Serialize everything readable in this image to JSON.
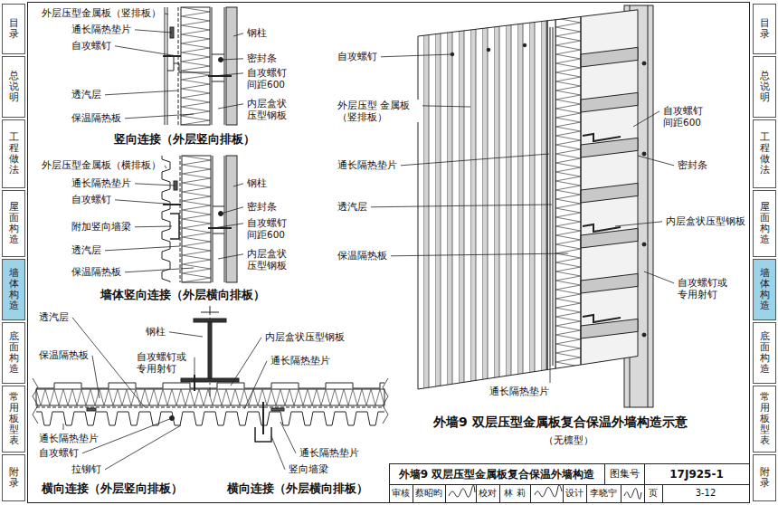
{
  "diagram": {
    "title": "外墙9 双层压型金属板复合保温外墙构造",
    "nodes": [
      {
        "text": [
          "目录"
        ]
      },
      {
        "text": [
          "总说明"
        ]
      },
      {
        "text": [
          "工程做法"
        ]
      },
      {
        "text": [
          "屋面构造"
        ]
      },
      {
        "text": [
          "墙体构造"
        ]
      },
      {
        "text": [
          "底面构造"
        ]
      },
      {
        "text": [
          "常用板型表"
        ]
      },
      {
        "text": [
          "附录"
        ]
      },
      {
        "text": [
          "目录"
        ]
      },
      {
        "text": [
          "总说明"
        ]
      },
      {
        "text": [
          "工程做法"
        ]
      },
      {
        "text": [
          "屋面构造"
        ]
      },
      {
        "text": [
          "墙体构造"
        ]
      },
      {
        "text": [
          "底面构造"
        ]
      },
      {
        "text": [
          "常用板型表"
        ]
      },
      {
        "text": [
          "附录"
        ]
      }
    ],
    "labels": [
      "外层压型金属板（竖排板）",
      "通长隔热垫片",
      "自攻螺钉",
      "钢柱",
      "密封条",
      "自攻螺钉 间距600",
      "透汽层",
      "内层盒状 压型钢板",
      "保温隔热板",
      "竖向连接（外层竖向排板）",
      "外层压型金属板（横排板）",
      "通长隔热垫片",
      "钢柱",
      "自攻螺钉",
      "密封条",
      "附加竖向墙梁",
      "自攻螺钉 间距600",
      "透汽层",
      "内层盒状 压型钢板",
      "保温隔热板",
      "墙体竖向连接（外层横向排板）",
      "透汽层",
      "钢柱",
      "内层盒状压型钢板",
      "保温隔热板",
      "自攻螺钉或 专用射钉",
      "通长隔热垫片",
      "通长隔热垫片",
      "自攻螺钉",
      "拉铆钉",
      "通长隔热垫片",
      "竖向墙梁",
      "横向连接（外层竖向排板）",
      "横向连接（外层横向排板）",
      "自攻螺钉",
      "外层压型 金属板（竖排板）",
      "通长隔热垫片",
      "透汽层",
      "保温隔热板",
      "自攻螺钉 间距600",
      "密封条",
      "内层盒状压型钢板",
      "自攻螺钉或 专用射钉",
      "通长隔热垫片",
      "外墙9 双层压型金属板复合保温外墙构造示意",
      "（无檩型）",
      "图集号",
      "17J925-1",
      "审核",
      "蔡昭昀",
      "校对",
      "林 莉",
      "设计",
      "李晓宁",
      "页",
      "3-12"
    ]
  }
}
